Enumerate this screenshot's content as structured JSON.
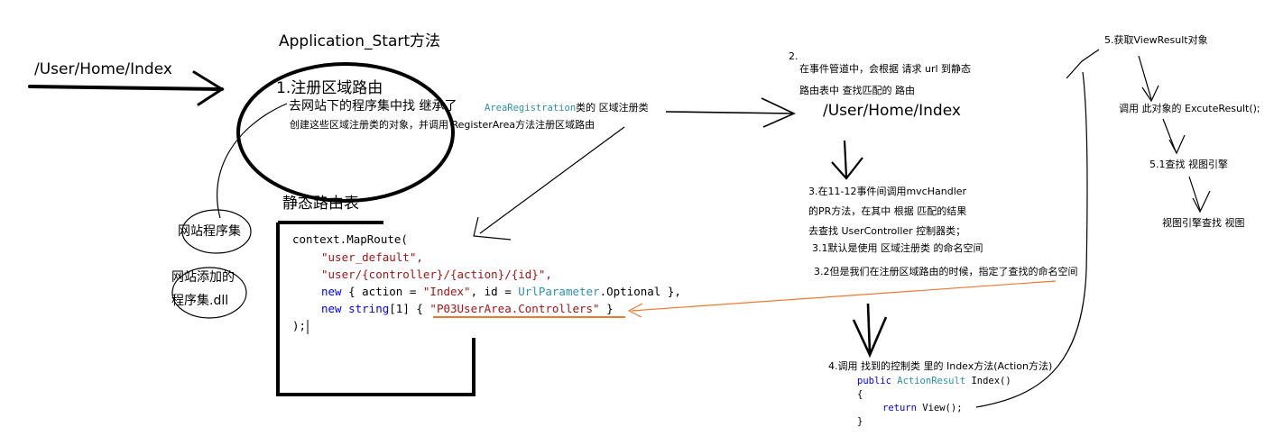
{
  "labels": {
    "request_url": "/User/Home/Index",
    "app_start_title": "Application_Start方法",
    "step1_title": "1.注册区域路由",
    "step1_line1_a": "去网站下的程序集中找 继承了",
    "step1_line1_type": "AreaRegistration",
    "step1_line1_b": "类的 区域注册类",
    "step1_line2": "创建这些区域注册类的对象，并调用 RegisterArea方法注册区域路由",
    "assembly_label": "网站程序集",
    "added_assembly_line1": "网站添加的",
    "added_assembly_line2": "程序集.dll",
    "static_route_table": "静态路由表",
    "step2_num": "2.",
    "step2_line1": "在事件管道中，会根据 请求 url 到静态",
    "step2_line2": "路由表中 查找匹配的 路由",
    "step2_url": "/User/Home/Index",
    "step3_line1": "3.在11-12事件间调用mvcHandler",
    "step3_line2": "的PR方法，在其中 根据 匹配的结果",
    "step3_line3": "去查找 UserController 控制器类；",
    "step3_1": "3.1默认是使用 区域注册类 的命名空间",
    "step3_2": "3.2但是我们在注册区域路由的时候，指定了查找的命名空间",
    "step4": "4.调用 找到的控制类 里的 Index方法(Action方法)",
    "step5_title": "5.获取ViewResult对象",
    "step5_line1": "调用 此对象的 ExcuteResult();",
    "step5_1": "5.1查找 视图引擎",
    "view_engine_find": "视图引擎查找 视图"
  },
  "maproute_code": {
    "line1": "context.MapRoute(",
    "line2": "\"user_default\",",
    "line3": "\"user/{controller}/{action}/{id}\",",
    "line4_new": "new",
    "line4_a": " { action = ",
    "line4_index": "\"Index\"",
    "line4_b": ", id = ",
    "line4_type": "UrlParameter",
    "line4_c": ".Optional },",
    "line5_new": "new",
    "line5_string": "string",
    "line5_a": "[1] { ",
    "line5_ns": "\"P03UserArea.Controllers\"",
    "line5_b": " }",
    "line6": ");"
  },
  "action_code": {
    "line1_public": "public",
    "line1_type": "ActionResult",
    "line1_name": " Index()",
    "line2": "{",
    "line3_return": "return",
    "line3_rest": " View();",
    "line4": "}"
  },
  "colors": {
    "keyword": "#0000ff",
    "type": "#2b91af",
    "string": "#a31515",
    "highlight_arrow": "#f07830",
    "ink": "#000000"
  }
}
